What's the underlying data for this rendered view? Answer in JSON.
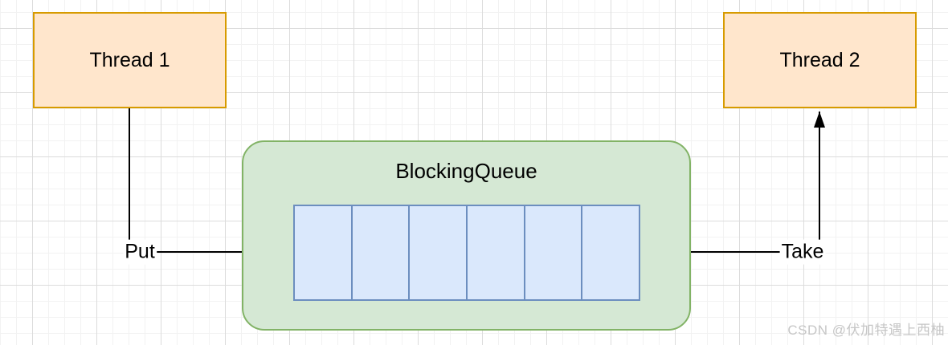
{
  "diagram": {
    "thread1": {
      "label": "Thread 1"
    },
    "thread2": {
      "label": "Thread 2"
    },
    "queue": {
      "title": "BlockingQueue",
      "slots": 6
    },
    "edges": {
      "put_label": "Put",
      "take_label": "Take"
    }
  },
  "watermark": {
    "text": "CSDN @伏加特遇上西柚"
  },
  "colors": {
    "thread_fill": "#FFE6CC",
    "thread_border": "#D79B00",
    "queue_fill": "#D5E8D4",
    "queue_border": "#82B366",
    "slot_fill": "#DAE8FC",
    "slot_border": "#6C8EBF",
    "edge_stroke": "#000000",
    "grid_minor": "#F2F2F2",
    "grid_major": "#DCDCDC",
    "watermark_text": "#C6C6C6"
  }
}
